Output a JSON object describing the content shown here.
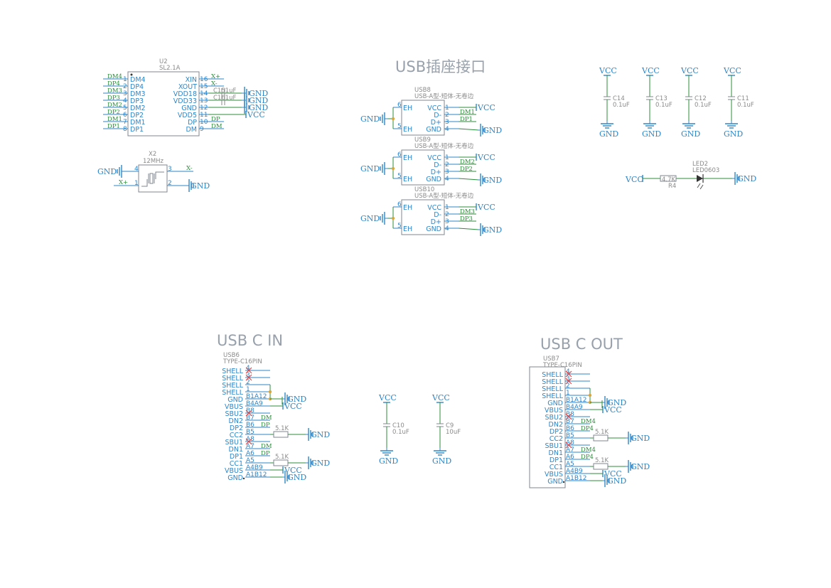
{
  "sections": {
    "usb_a": "USB插座接口",
    "usbc_in": "USB C IN",
    "usbc_out": "USB C OUT"
  },
  "power_labels": {
    "gnd": "GND",
    "vcc": "VCC"
  },
  "u2": {
    "ref": "U2",
    "value": "SL2.1A",
    "left_pins": [
      {
        "num": "1",
        "name": "DM4",
        "net": "DM4"
      },
      {
        "num": "2",
        "name": "DP4",
        "net": "DP4"
      },
      {
        "num": "3",
        "name": "DM3",
        "net": "DM3"
      },
      {
        "num": "4",
        "name": "DP3",
        "net": "DP3"
      },
      {
        "num": "5",
        "name": "DM2",
        "net": "DM2"
      },
      {
        "num": "6",
        "name": "DP2",
        "net": "DP2"
      },
      {
        "num": "7",
        "name": "DM1",
        "net": "DM1"
      },
      {
        "num": "8",
        "name": "DP1",
        "net": "DP1"
      }
    ],
    "right_pins": [
      {
        "num": "16",
        "name": "XIN",
        "net": "X+"
      },
      {
        "num": "15",
        "name": "XOUT",
        "net": "X-"
      },
      {
        "num": "14",
        "name": "VDD18",
        "net": ""
      },
      {
        "num": "13",
        "name": "VDD33",
        "net": ""
      },
      {
        "num": "12",
        "name": "GND",
        "net": ""
      },
      {
        "num": "11",
        "name": "VDD5",
        "net": ""
      },
      {
        "num": "10",
        "name": "DP",
        "net": "DP"
      },
      {
        "num": "9",
        "name": "DM",
        "net": "DM"
      }
    ],
    "caps": [
      {
        "ref": "C15",
        "value": "1uF"
      },
      {
        "ref": "C16",
        "value": "1uF"
      }
    ]
  },
  "x2": {
    "ref": "X2",
    "value": "12MHz",
    "pins": [
      "1",
      "2",
      "3",
      "4"
    ],
    "net_xm": "X-",
    "net_xp": "X+"
  },
  "usb_a_ports": [
    {
      "ref": "USB8",
      "value": "USB-A型-短体-无卷边",
      "dm": "DM1",
      "dp": "DP1"
    },
    {
      "ref": "USB9",
      "value": "USB-A型-短体-无卷边",
      "dm": "DM2",
      "dp": "DP2"
    },
    {
      "ref": "USB10",
      "value": "USB-A型-短体-无卷边",
      "dm": "DM3",
      "dp": "DP3"
    }
  ],
  "usb_a_pin_names": {
    "eh": "EH",
    "vcc": "VCC",
    "dm": "D-",
    "dp": "D+",
    "gnd": "GND"
  },
  "usb_a_pin_nums": {
    "eh_top": "6",
    "eh_bot": "5",
    "p1": "1",
    "p2": "2",
    "p3": "3",
    "p4": "4"
  },
  "decoupling_caps_top": [
    {
      "ref": "C14",
      "value": "0.1uF"
    },
    {
      "ref": "C13",
      "value": "0.1uF"
    },
    {
      "ref": "C12",
      "value": "0.1uF"
    },
    {
      "ref": "C11",
      "value": "0.1uF"
    }
  ],
  "led": {
    "ref": "LED2",
    "value": "LED0603",
    "res_ref": "R4",
    "res_value": "4.7K"
  },
  "usb6": {
    "ref": "USB6",
    "value": "TYPE-C16PIN",
    "pins": [
      {
        "name": "SHELL",
        "num": "4"
      },
      {
        "name": "SHELL",
        "num": "3"
      },
      {
        "name": "SHELL",
        "num": "2"
      },
      {
        "name": "SHELL",
        "num": "1"
      },
      {
        "name": "GND",
        "num": "B1A12"
      },
      {
        "name": "VBUS",
        "num": "B4A9"
      },
      {
        "name": "SBU2",
        "num": "B8"
      },
      {
        "name": "DN2",
        "num": "B7",
        "net": "DM"
      },
      {
        "name": "DP2",
        "num": "B6",
        "net": "DP"
      },
      {
        "name": "CC2",
        "num": "B5"
      },
      {
        "name": "SBU1",
        "num": "A8"
      },
      {
        "name": "DN1",
        "num": "A7",
        "net": "DM"
      },
      {
        "name": "DP1",
        "num": "A6",
        "net": "DP"
      },
      {
        "name": "CC1",
        "num": "A5"
      },
      {
        "name": "VBUS",
        "num": "A4B9"
      },
      {
        "name": "GND",
        "num": "A1B12"
      }
    ],
    "res_value": "5.1K"
  },
  "usb7": {
    "ref": "USB7",
    "value": "TYPE-C16PIN",
    "pins": [
      {
        "name": "SHELL",
        "num": "4"
      },
      {
        "name": "SHELL",
        "num": "3"
      },
      {
        "name": "SHELL",
        "num": "2"
      },
      {
        "name": "SHELL",
        "num": "1"
      },
      {
        "name": "GND",
        "num": "B1A12"
      },
      {
        "name": "VBUS",
        "num": "B4A9"
      },
      {
        "name": "SBU2",
        "num": "B8"
      },
      {
        "name": "DN2",
        "num": "B7",
        "net": "DM4"
      },
      {
        "name": "DP2",
        "num": "B6",
        "net": "DP4"
      },
      {
        "name": "CC2",
        "num": "B5"
      },
      {
        "name": "SBU1",
        "num": "A8"
      },
      {
        "name": "DN1",
        "num": "A7",
        "net": "DM4"
      },
      {
        "name": "DP1",
        "num": "A6",
        "net": "DP4"
      },
      {
        "name": "CC1",
        "num": "A5"
      },
      {
        "name": "VBUS",
        "num": "A4B9"
      },
      {
        "name": "GND",
        "num": "A1B12"
      }
    ],
    "res_value": "5.1K"
  },
  "bottom_caps": [
    {
      "ref": "C10",
      "value": "0.1uF"
    },
    {
      "ref": "C9",
      "value": "10uF"
    }
  ],
  "colors": {
    "pin_blue": "#2e86c8",
    "wire_green": "#2b8c3a",
    "body_gray": "#7f8790",
    "junction": "#d7a640",
    "noconnect": "#e04646",
    "section_gray": "#98a1ab"
  }
}
